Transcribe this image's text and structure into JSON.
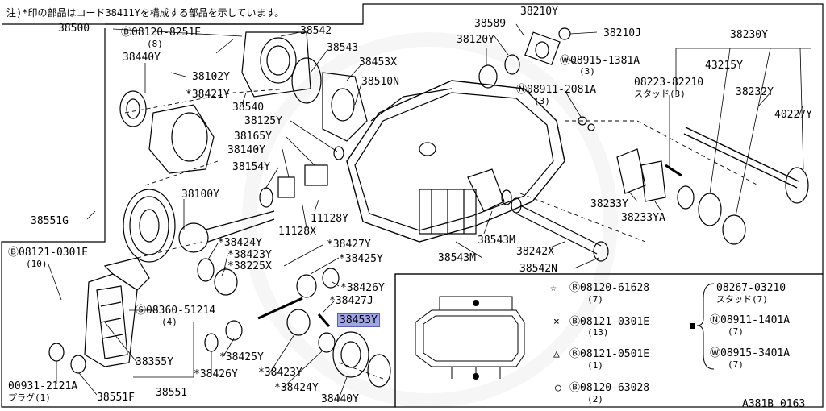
{
  "note": "注)*印の部品はコード38411Yを構成する部品を示しています。",
  "figure_id": "A381B 0163",
  "labels": {
    "p38500": "38500",
    "p08120_8251E": "Ⓑ08120-8251E",
    "p08120_8251E_q": "(8)",
    "p38542": "38542",
    "p38543": "38543",
    "p38453X": "38453X",
    "p38510N": "38510N",
    "p38440Y_top": "38440Y",
    "p38102Y": "38102Y",
    "p38421Y": "*38421Y",
    "p38540": "38540",
    "p38125Y": "38125Y",
    "p38165Y": "38165Y",
    "p38140Y": "38140Y",
    "p38154Y": "38154Y",
    "p38100Y": "38100Y",
    "p38551G": "38551G",
    "p11128Y": "11128Y",
    "p11128X": "11128X",
    "p38210Y": "38210Y",
    "p38589": "38589",
    "p38120Y": "38120Y",
    "p38210J": "38210J",
    "p08915_1381A": "Ⓦ08915-1381A",
    "p08915_1381A_q": "(3)",
    "p08911_2081A": "Ⓝ08911-2081A",
    "p08911_2081A_q": "(3)",
    "p08223_82210": "08223-82210",
    "p08223_82210_sub": "スタッド(3)",
    "p38230Y": "38230Y",
    "p43215Y": "43215Y",
    "p38232Y": "38232Y",
    "p40227Y": "40227Y",
    "p38233Y": "38233Y",
    "p38233YA": "38233YA",
    "p38543M_1": "38543M",
    "p38543M_2": "38543M",
    "p38242X": "38242X",
    "p38542N": "38542N",
    "p08121_0301E": "Ⓑ08121-0301E",
    "p08121_0301E_q": "(10)",
    "p38424Y_a": "*38424Y",
    "p38423Y_a": "*38423Y",
    "p38225X": "*38225X",
    "p38427Y": "*38427Y",
    "p38425Y_a": "*38425Y",
    "p38426Y_a": "*38426Y",
    "p38427J": "*38427J",
    "p38453Y": "38453Y",
    "p08360_51214": "Ⓢ08360-51214",
    "p08360_51214_q": "(4)",
    "p38425Y_b": "*38425Y",
    "p38426Y_b": "*38426Y",
    "p38423Y_b": "*38423Y",
    "p38424Y_b": "*38424Y",
    "p38355Y": "38355Y",
    "p38551": "38551",
    "p38440Y_bot": "38440Y",
    "p00931_2121A": "00931-2121A",
    "p00931_2121A_sub": "プラグ(1)",
    "p38551F": "38551F"
  },
  "legend": {
    "star": {
      "symbol": "☆",
      "part": "Ⓑ08120-61628",
      "qty": "(7)"
    },
    "cross": {
      "symbol": "×",
      "part": "Ⓑ08121-0301E",
      "qty": "(13)"
    },
    "triangle": {
      "symbol": "△",
      "part": "Ⓑ08121-0501E",
      "qty": "(1)"
    },
    "circle": {
      "symbol": "○",
      "part": "Ⓑ08120-63028",
      "qty": "(2)"
    },
    "dot": {
      "p08267_03210": "08267-03210",
      "p08267_03210_sub": "スタッド(7)",
      "p08911_1401A": "Ⓝ08911-1401A",
      "p08911_1401A_q": "(7)",
      "p08915_3401A": "Ⓦ08915-3401A",
      "p08915_3401A_q": "(7)"
    }
  }
}
